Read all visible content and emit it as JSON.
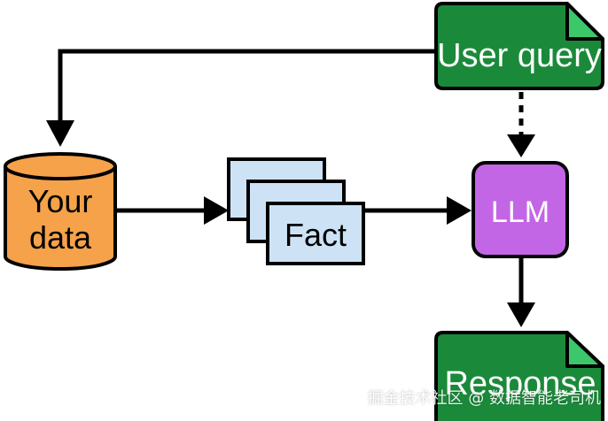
{
  "nodes": {
    "user_query": "User query",
    "your_data_line1": "Your",
    "your_data_line2": "data",
    "fact": "Fact",
    "llm": "LLM",
    "response": "Response"
  },
  "watermark": "掘金技术社区 @ 数据智能老司机",
  "colors": {
    "document_green": "#1a8a3a",
    "document_fold": "#3cc86a",
    "database_orange": "#f5a24a",
    "fact_blue": "#cde3f5",
    "llm_purple": "#c366e6",
    "stroke": "#000000"
  }
}
